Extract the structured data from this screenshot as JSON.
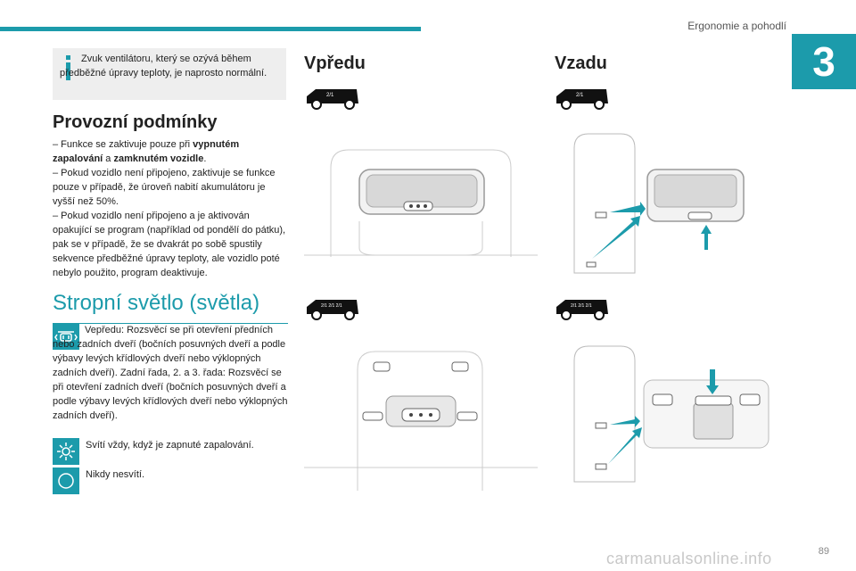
{
  "header": {
    "section_title": "Ergonomie a pohodlí",
    "chapter_number": "3"
  },
  "info_box": {
    "text": "Zvuk ventilátoru, který se ozývá během předběžné úpravy teploty, je naprosto normální."
  },
  "provozni": {
    "title": "Provozní podmínky",
    "item1_a": "– Funkce se zaktivuje pouze při ",
    "item1_b": "vypnutém zapalování",
    "item1_c": " a ",
    "item1_d": "zamknutém vozidle",
    "item1_e": ".",
    "item2": "– Pokud vozidlo není připojeno, zaktivuje se funkce pouze v případě, že úroveň nabití akumulátoru je vyšší než 50%.",
    "item3": "– Pokud vozidlo není připojeno a je aktivován opakující se program (například od pondělí do pátku), pak se v případě, že se dvakrát po sobě spustily sekvence předběžné úpravy teploty, ale vozidlo poté nebylo použito, program deaktivuje."
  },
  "stropni": {
    "title": "Stropní světlo (světla)",
    "door_text": "Vepředu: Rozsvěcí se při otevření předních nebo zadních dveří (bočních posuvných dveří a podle výbavy levých křídlových dveří nebo výklopných zadních dveří). Zadní řada, 2. a 3. řada: Rozsvěcí se při otevření zadních dveří (bočních posuvných dveří a podle výbavy levých křídlových dveří nebo výklopných zadních dveří).",
    "always_text": "Svítí vždy, když je zapnuté zapalování.",
    "never_text": "Nikdy nesvítí.",
    "icons": [
      "door-light-icon",
      "sun-icon",
      "off-circle-icon"
    ]
  },
  "columns": {
    "front_title": "Vpředu",
    "rear_title": "Vzadu"
  },
  "footer": {
    "page_number": "89",
    "watermark": "carmanualsonline.info"
  },
  "colors": {
    "accent": "#1c9bab",
    "info_bg": "#eeeeee"
  }
}
